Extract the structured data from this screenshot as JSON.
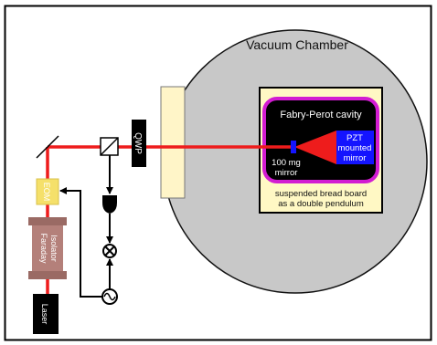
{
  "labels": {
    "vacuum_chamber": "Vacuum Chamber",
    "fabry_perot": "Fabry-Perot cavity",
    "pzt_line1": "PZT",
    "pzt_line2": "mounted",
    "pzt_line3": "mirror",
    "mirror_line1": "100 mg",
    "mirror_line2": "mirror",
    "breadboard_line1": "suspended bread board",
    "breadboard_line2": "as a double pendulum",
    "qwp": "QWP",
    "eom": "EOM",
    "faraday_line1": "Faraday",
    "faraday_line2": "Isolator",
    "laser": "Laser"
  },
  "colors": {
    "beam": "#ee1c1c",
    "chamber": "#c8c8c8",
    "cavity_border": "#d21cd2",
    "pzt_blue": "#1414ff",
    "breadboard": "#fff8c4",
    "eom": "#f5e06a",
    "faraday": "#b4807a",
    "black": "#000000"
  },
  "icons": [
    "mirror-icon",
    "beamsplitter-icon",
    "mixer-icon",
    "amplifier-icon",
    "oscillator-icon"
  ]
}
